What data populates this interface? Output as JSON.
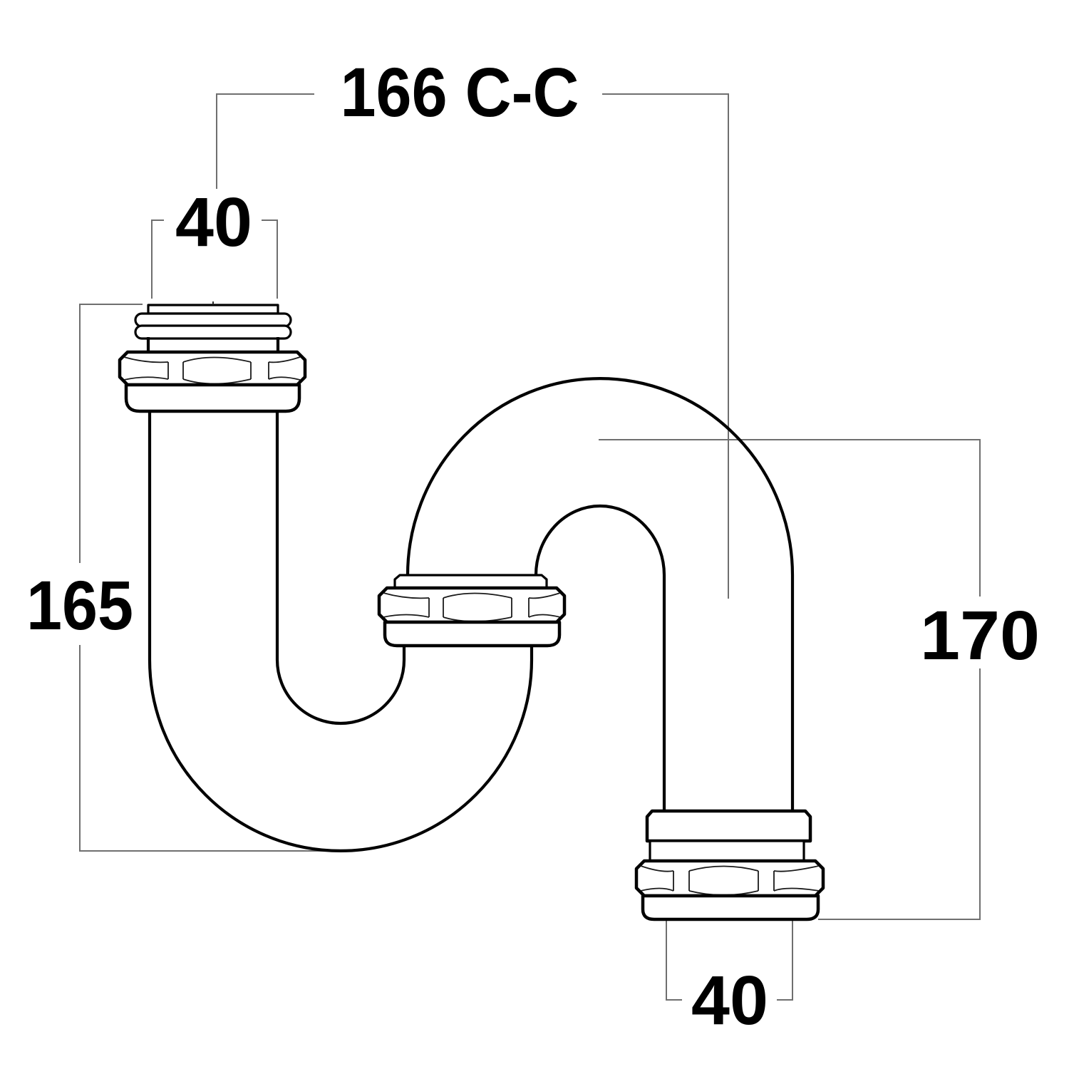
{
  "diagram": {
    "type": "plumbing-s-trap-dimension-drawing",
    "labels": {
      "center_to_center": "166 C-C",
      "inlet_height": "165",
      "outlet_height": "170",
      "inlet_outer_diameter": "40",
      "outlet_outer_diameter": "40"
    },
    "colors": {
      "pipe_outline": "#000000",
      "dimension_line": "#6f6f6f",
      "label_text": "#000000",
      "background": "#ffffff"
    }
  }
}
